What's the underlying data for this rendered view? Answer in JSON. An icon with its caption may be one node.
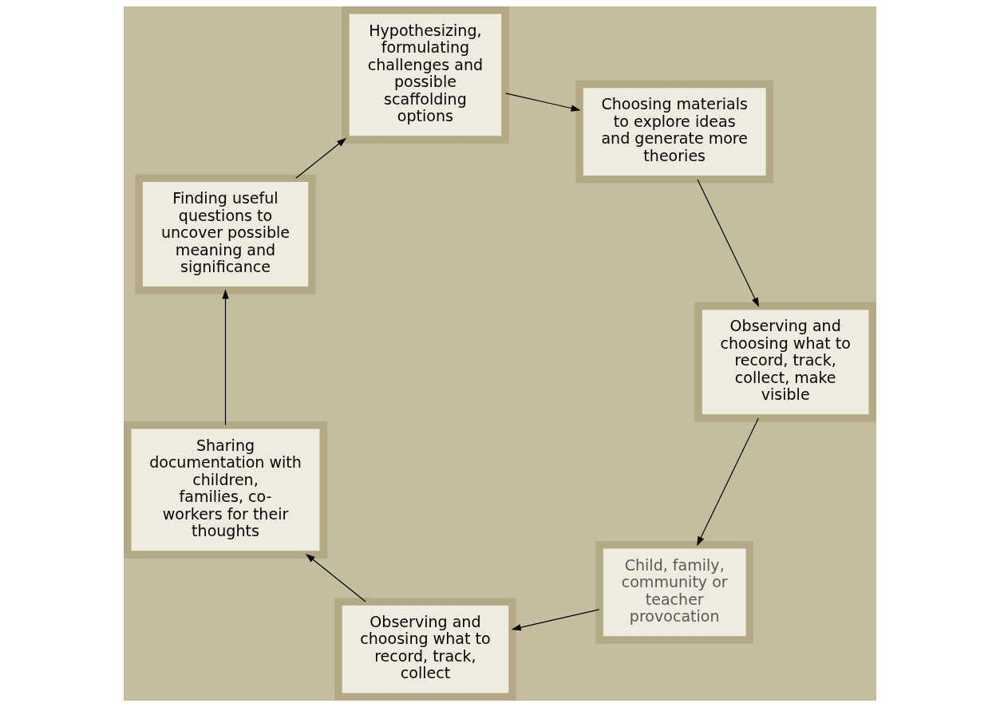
{
  "diagram": {
    "nodes": [
      {
        "text": [
          "Child, family, community or teacher provocation"
        ]
      },
      {
        "text": [
          "Observing and choosing what to record, track, collect"
        ]
      },
      {
        "text": [
          "Sharing documentation with children, families, co-workers for their thoughts"
        ]
      },
      {
        "text": [
          "Finding useful questions to uncover possible meaning and significance"
        ]
      },
      {
        "text": [
          "Hypothesizing, formulating challenges and possible scaffolding options"
        ]
      },
      {
        "text": [
          "Choosing materials to explore ideas and generate more  theories"
        ]
      },
      {
        "text": [
          "Observing and choosing what to record, track, collect, make visible"
        ]
      }
    ],
    "edges": [
      {
        "from": 0,
        "to": 1,
        "arrow": "to"
      },
      {
        "from": 1,
        "to": 2,
        "arrow": "to"
      },
      {
        "from": 2,
        "to": 3,
        "arrow": "to"
      },
      {
        "from": 3,
        "to": 4,
        "arrow": "to"
      },
      {
        "from": 4,
        "to": 5,
        "arrow": "to"
      },
      {
        "from": 5,
        "to": 6,
        "arrow": "to"
      },
      {
        "from": 6,
        "to": 0,
        "arrow": "to"
      }
    ]
  }
}
